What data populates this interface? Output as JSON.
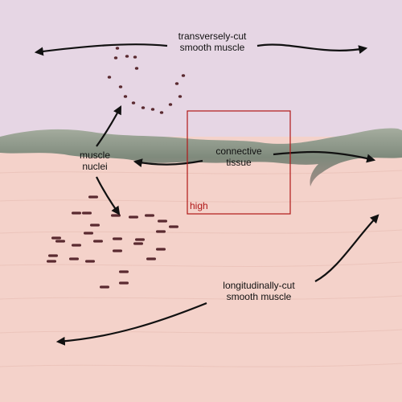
{
  "labels": {
    "transverse": {
      "line1": "transversely-cut",
      "line2": "smooth muscle"
    },
    "nuclei": {
      "line1": "muscle",
      "line2": "nuclei"
    },
    "connective": {
      "line1": "connective",
      "line2": "tissue"
    },
    "longitudinal": {
      "line1": "longitudinally-cut",
      "line2": "smooth muscle"
    }
  },
  "zoom_box": {
    "label": "high"
  },
  "colors": {
    "transverse_region": "#e6d6e4",
    "longitudinal_region": "#f4d2ca",
    "connective_tissue": "#8c968a",
    "nuclei": "#5a2a30",
    "arrows": "#111111",
    "zoom_box": "#b01818"
  }
}
